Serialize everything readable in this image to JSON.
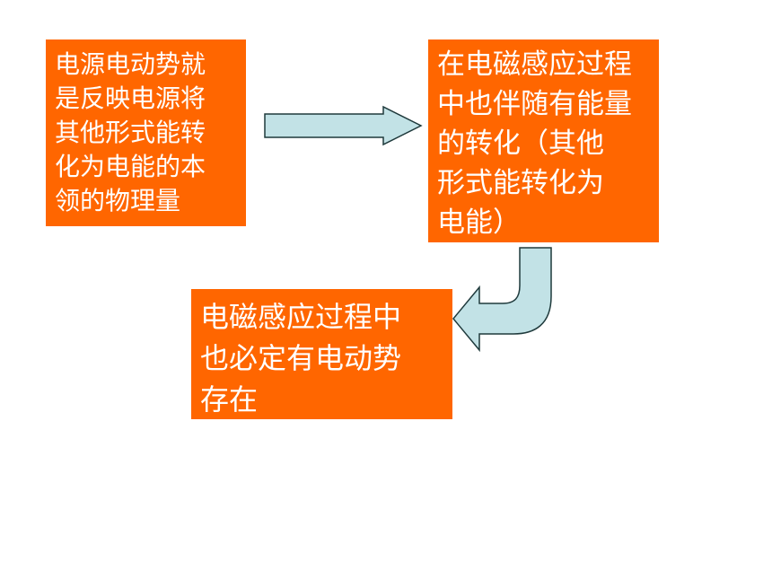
{
  "colors": {
    "box_fill": "#ff6600",
    "box_text": "#ffffff",
    "arrow_fill": "#c2e2e6",
    "arrow_stroke": "#1f3a3c"
  },
  "diagram": {
    "boxes": [
      {
        "id": "left",
        "text": "电源电动势就\n是反映电源将\n其他形式能转\n化为电能的本\n领的物理量"
      },
      {
        "id": "right",
        "text": "在电磁感应过程\n中也伴随有能量\n的转化（其他\n形式能转化为\n电能）"
      },
      {
        "id": "bottom",
        "text": "电磁感应过程中\n也必定有电动势\n存在"
      }
    ],
    "arrows": [
      {
        "from": "left",
        "to": "right",
        "shape": "straight-arrow"
      },
      {
        "from": "right",
        "to": "bottom",
        "shape": "curved-arrow"
      }
    ]
  }
}
